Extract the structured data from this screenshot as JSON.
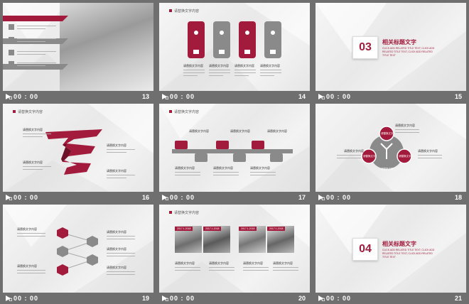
{
  "thumbnails": [
    {
      "num": "13",
      "time": "00 : 00"
    },
    {
      "num": "14",
      "time": "00 : 00"
    },
    {
      "num": "15",
      "time": "00 : 00"
    },
    {
      "num": "16",
      "time": "00 : 00"
    },
    {
      "num": "17",
      "time": "00 : 00"
    },
    {
      "num": "18",
      "time": "00 : 00"
    },
    {
      "num": "19",
      "time": "00 : 00"
    },
    {
      "num": "20",
      "time": "00 : 00"
    },
    {
      "num": "21",
      "time": "00 : 00"
    }
  ],
  "slide_title": "请替换文字内容",
  "label": "请替换文字内容",
  "sec15": {
    "number": "03",
    "title": "相关标题文字",
    "sub": "CLICK ADD RELATED TITLE TEXT, CLICK ADD RELATED TITLE TEXT, CLICK ADD RELATED TITLE TEXT"
  },
  "sec21": {
    "number": "04",
    "title": "相关标题文字",
    "sub": "CLICK ADD RELATED TITLE TEXT, CLICK ADD RELATED TITLE TEXT, CLICK ADD RELATED TITLE TEXT"
  },
  "center18": {
    "top": "请替换文字",
    "left": "请替换文字",
    "right": "请替换文字",
    "bottom": "请替换文字"
  },
  "dates20": [
    "2017.1.2018",
    "2017.1.2018",
    "2017.1.2018",
    "2017.1.2018"
  ],
  "colors": {
    "accent": "#a31b3c",
    "gray": "#8a8a8a",
    "bar": "#6f6f6f"
  }
}
